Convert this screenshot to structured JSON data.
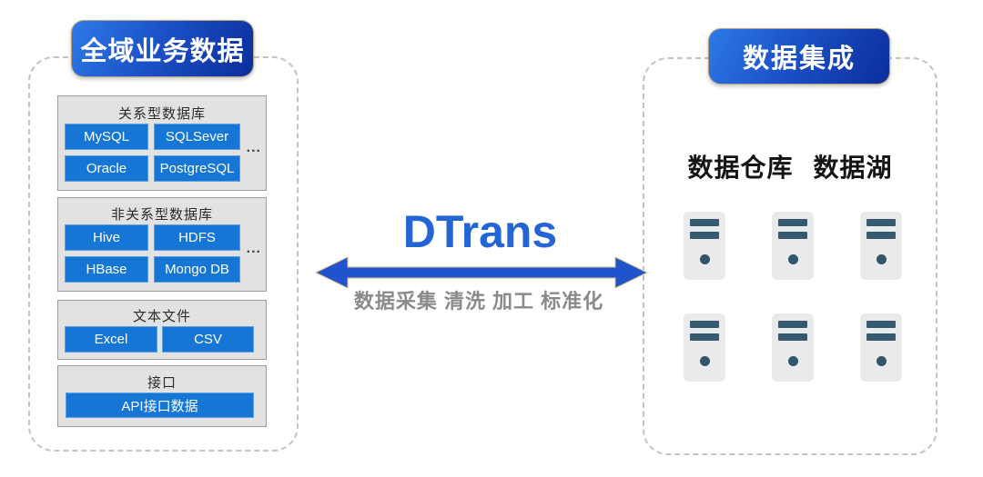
{
  "diagram": {
    "source_group": {
      "header": "全域业务数据",
      "sections": [
        {
          "title": "关系型数据库",
          "items": [
            "MySQL",
            "SQLSever",
            "Oracle",
            "PostgreSQL"
          ],
          "ellipsis": "..."
        },
        {
          "title": "非关系型数据库",
          "items": [
            "Hive",
            "HDFS",
            "HBase",
            "Mongo DB"
          ],
          "ellipsis": "..."
        },
        {
          "title": "文本文件",
          "items": [
            "Excel",
            "CSV"
          ]
        },
        {
          "title": "接口",
          "items": [
            "API接口数据"
          ]
        }
      ]
    },
    "middle": {
      "title": "DTrans",
      "caption": "数据采集 清洗 加工 标准化"
    },
    "target_group": {
      "header": "数据集成",
      "labels": [
        "数据仓库",
        "数据湖"
      ],
      "server_count": 6
    }
  },
  "colors": {
    "badge_gradient_start": "#2e79e8",
    "badge_gradient_end": "#0b2d9c",
    "button_blue": "#1676d6",
    "button_border": "#5d9fe0",
    "arrow_blue": "#2153cd",
    "title_blue": "#2465d6",
    "caption_gray": "#8a8a8a",
    "panel_dash_gray": "#c3c3c3",
    "section_bg": "#e2e2e2",
    "section_border": "#9c9c9c",
    "server_body": "#e8eaeb",
    "server_bar": "#365a70"
  }
}
